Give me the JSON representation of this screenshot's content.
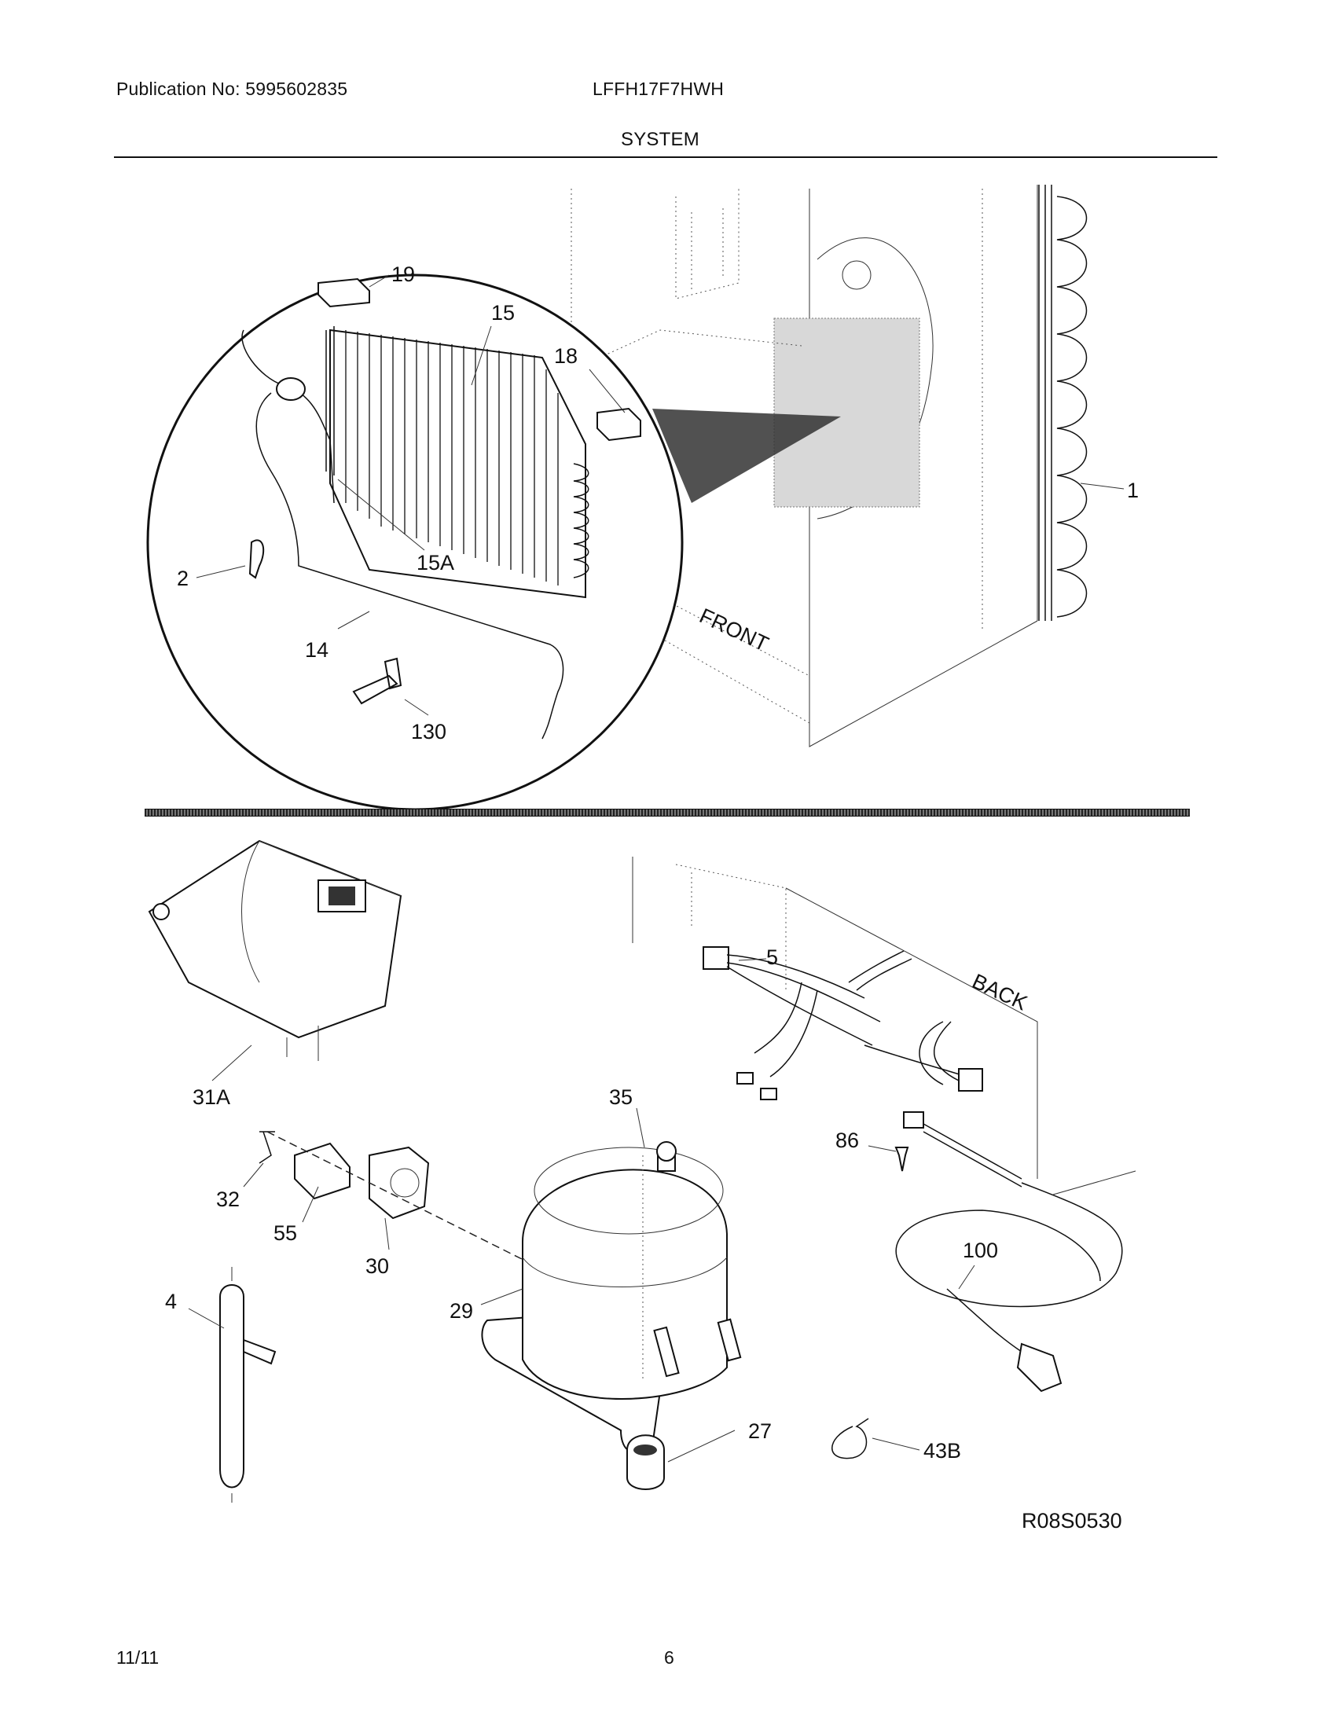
{
  "header": {
    "publication": "Publication No: 5995602835",
    "model": "LFFH17F7HWH",
    "section": "SYSTEM"
  },
  "callouts": {
    "c19": "19",
    "c15": "15",
    "c18": "18",
    "c1": "1",
    "c15a": "15A",
    "c2": "2",
    "c14": "14",
    "c130": "130",
    "front": "FRONT",
    "c31a": "31A",
    "c5": "5",
    "back": "BACK",
    "c35": "35",
    "c86": "86",
    "c32": "32",
    "c55": "55",
    "c30": "30",
    "c100": "100",
    "c4": "4",
    "c29": "29",
    "c27": "27",
    "c43b": "43B"
  },
  "footer": {
    "diagram_code": "R08S0530",
    "date": "11/11",
    "page": "6"
  }
}
